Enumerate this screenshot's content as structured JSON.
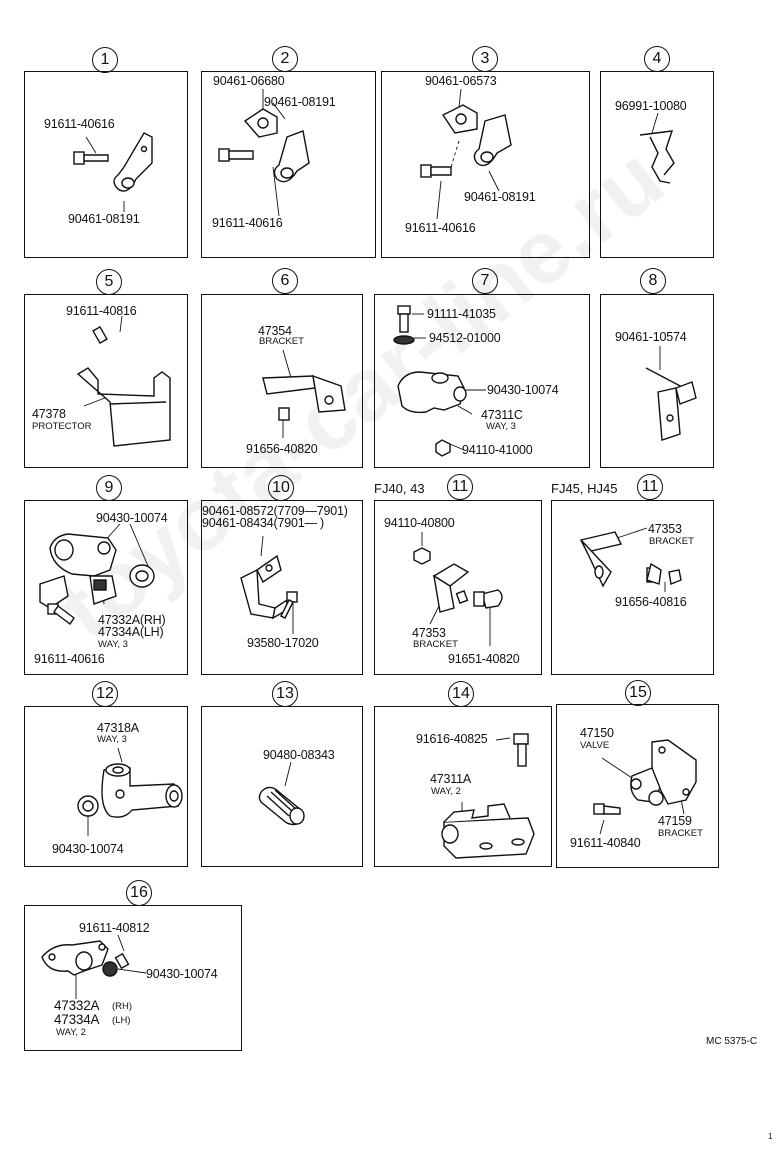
{
  "watermark": "toyota-car-line.ru",
  "footer_code": "MC 5375-C",
  "page_mark": "1",
  "panels": [
    {
      "number": "1",
      "labels": [
        "91611-40616",
        "90461-08191"
      ]
    },
    {
      "number": "2",
      "labels": [
        "90461-06680",
        "90461-08191",
        "91611-40616"
      ]
    },
    {
      "number": "3",
      "labels": [
        "90461-06573",
        "90461-08191",
        "91611-40616"
      ]
    },
    {
      "number": "4",
      "labels": [
        "96991-10080"
      ]
    },
    {
      "number": "5",
      "labels": [
        "91611-40816",
        "47378"
      ],
      "sublabels": [
        "PROTECTOR"
      ]
    },
    {
      "number": "6",
      "labels": [
        "47354",
        "91656-40820"
      ],
      "sublabels": [
        "BRACKET"
      ]
    },
    {
      "number": "7",
      "labels": [
        "91111-41035",
        "94512-01000",
        "90430-10074",
        "47311C",
        "94110-41000"
      ],
      "sublabels": [
        "WAY, 3"
      ]
    },
    {
      "number": "8",
      "labels": [
        "90461-10574"
      ]
    },
    {
      "number": "9",
      "labels": [
        "90430-10074",
        "47332A(RH)",
        "47334A(LH)",
        "91611-40616"
      ],
      "sublabels": [
        "WAY, 3"
      ]
    },
    {
      "number": "10",
      "labels": [
        "90461-08572(7709—7901)",
        "90461-08434(7901—      )",
        "93580-17020"
      ]
    },
    {
      "number": "11",
      "prefix": "FJ40, 43",
      "labels": [
        "94110-40800",
        "47353",
        "91651-40820"
      ],
      "sublabels": [
        "BRACKET"
      ]
    },
    {
      "number": "11",
      "prefix": "FJ45, HJ45",
      "labels": [
        "47353",
        "91656-40816"
      ],
      "sublabels": [
        "BRACKET"
      ]
    },
    {
      "number": "12",
      "labels": [
        "47318A",
        "90430-10074"
      ],
      "sublabels": [
        "WAY, 3"
      ]
    },
    {
      "number": "13",
      "labels": [
        "90480-08343"
      ]
    },
    {
      "number": "14",
      "labels": [
        "91616-40825",
        "47311A"
      ],
      "sublabels": [
        "WAY, 2"
      ]
    },
    {
      "number": "15",
      "labels": [
        "47150",
        "47159",
        "91611-40840"
      ],
      "sublabels": [
        "VALVE",
        "BRACKET"
      ]
    },
    {
      "number": "16",
      "labels": [
        "91611-40812",
        "90430-10074",
        "47332A",
        "47334A"
      ],
      "sublabels": [
        "(RH)",
        "(LH)",
        "WAY, 2"
      ]
    }
  ]
}
